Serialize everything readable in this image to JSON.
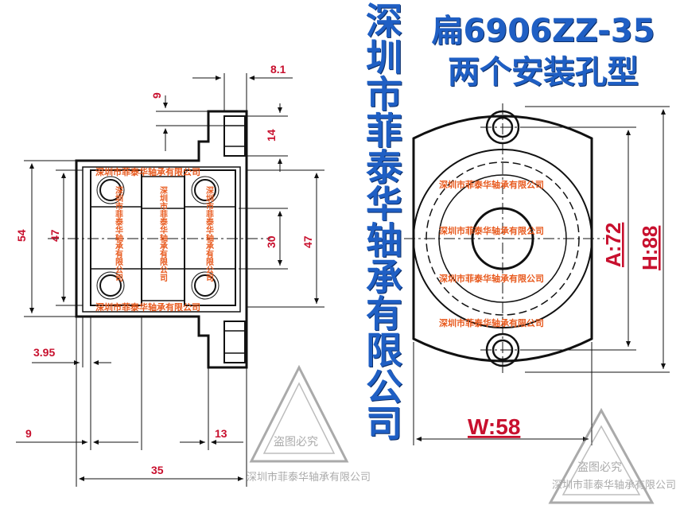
{
  "company_name": "深圳市菲泰华轴承有限公司",
  "title": {
    "model": "扁6906ZZ-35",
    "subtitle": "两个安装孔型"
  },
  "dimensions": {
    "d_8_1": "8.1",
    "d_9_top": "9",
    "d_14": "14",
    "d_54": "54",
    "d_47_left": "47",
    "d_30": "30",
    "d_47_right": "47",
    "d_3_95": "3.95",
    "d_9_bottom": "9",
    "d_13": "13",
    "d_35": "35"
  },
  "front_view": {
    "a_label": "A:72",
    "h_label": "H:88",
    "w_label": "W:58"
  },
  "watermark_text": "深圳市菲泰华轴承有限公司",
  "stamp": {
    "text": "盗图必究",
    "company": "深圳市菲泰华轴承有限公司"
  },
  "colors": {
    "dimension_red": "#c8102e",
    "title_blue": "#1f5fc4",
    "watermark_orange": "#e85a1e"
  }
}
